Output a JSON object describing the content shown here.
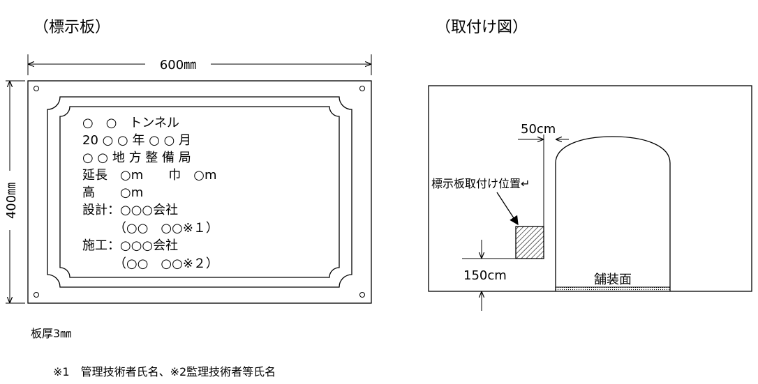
{
  "left": {
    "title": "（標示板）",
    "width_label": "600㎜",
    "height_label": "400㎜",
    "plate_lines": [
      "○　○　トンネル",
      "20 ○ ○ 年 ○ ○ 月",
      "○ ○ 地 方 整 備 局",
      "延長　○m　　巾　○m",
      "高　　○m",
      "設計：○○○会社",
      "　　　（○○　○○※１）",
      "施工：○○○会社",
      "　　　（○○　○○※２）"
    ],
    "thickness_label": "板厚3㎜",
    "footnote": "※1　管理技術者氏名、※2監理技術者等氏名"
  },
  "right": {
    "title": "（取付け図）",
    "offset_label": "50cm",
    "position_label": "標示板取付け位置↵",
    "height_label": "150cm",
    "pavement_label": "舗装面"
  }
}
